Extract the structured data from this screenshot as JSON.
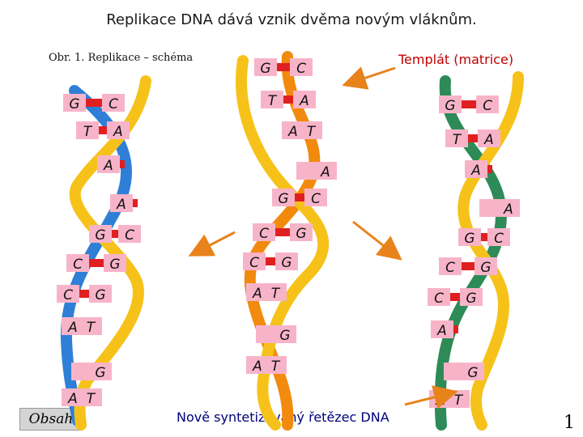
{
  "title": "Replikace DNA dává vznik dvěma novým vláknům.",
  "caption": "Obr. 1. Replikace – schéma",
  "template_label": "Templát (matrice)",
  "new_strand_label": "Nově syntetizovaný řetězec DNA",
  "contents_button": "Obsah",
  "page_number": "1",
  "colors": {
    "strand_blue": "#2f7fd6",
    "strand_yellow": "#f6c21a",
    "strand_orange": "#f28a0e",
    "strand_green": "#2e8b57",
    "base_pink": "#f7b4c9",
    "base_red": "#e02020",
    "arrow": "#e8821a"
  },
  "helices": [
    {
      "name": "left",
      "pairs": [
        [
          "G",
          "C"
        ],
        [
          "T",
          "A"
        ],
        [
          "A",
          ""
        ],
        [
          "A",
          ""
        ],
        [
          "G",
          "C"
        ],
        [
          "C",
          "G"
        ],
        [
          "C",
          "G"
        ],
        [
          "A",
          "T"
        ],
        [
          "",
          "G"
        ],
        [
          "A",
          "T"
        ]
      ]
    },
    {
      "name": "middle",
      "pairs": [
        [
          "G",
          "C"
        ],
        [
          "T",
          "A"
        ],
        [
          "A",
          "T"
        ],
        [
          "",
          "A"
        ],
        [
          "G",
          "C"
        ],
        [
          "C",
          "G"
        ],
        [
          "C",
          "G"
        ],
        [
          "A",
          "T"
        ],
        [
          "",
          "G"
        ],
        [
          "A",
          "T"
        ]
      ]
    },
    {
      "name": "right",
      "pairs": [
        [
          "G",
          "C"
        ],
        [
          "T",
          "A"
        ],
        [
          "A",
          ""
        ],
        [
          "",
          "A"
        ],
        [
          "G",
          "C"
        ],
        [
          "C",
          "G"
        ],
        [
          "C",
          "G"
        ],
        [
          "A",
          ""
        ],
        [
          "",
          "G"
        ],
        [
          "A",
          "T"
        ]
      ]
    }
  ]
}
